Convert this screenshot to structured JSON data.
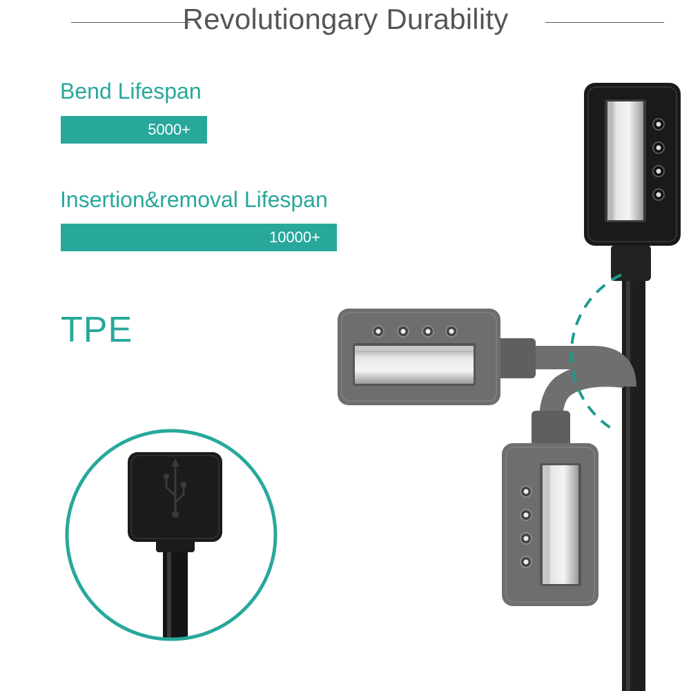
{
  "header": {
    "title": "Revolutiongary Durability"
  },
  "specs": [
    {
      "label": "Bend Lifespan",
      "value": "5000+"
    },
    {
      "label": "Insertion&removal Lifespan",
      "value": "10000+"
    }
  ],
  "material": {
    "label": "TPE"
  },
  "colors": {
    "accent": "#27a89b",
    "cable": "#1c1c1c",
    "connector_grey": "#6f6f6f"
  },
  "icons": [
    "usb-icon"
  ]
}
